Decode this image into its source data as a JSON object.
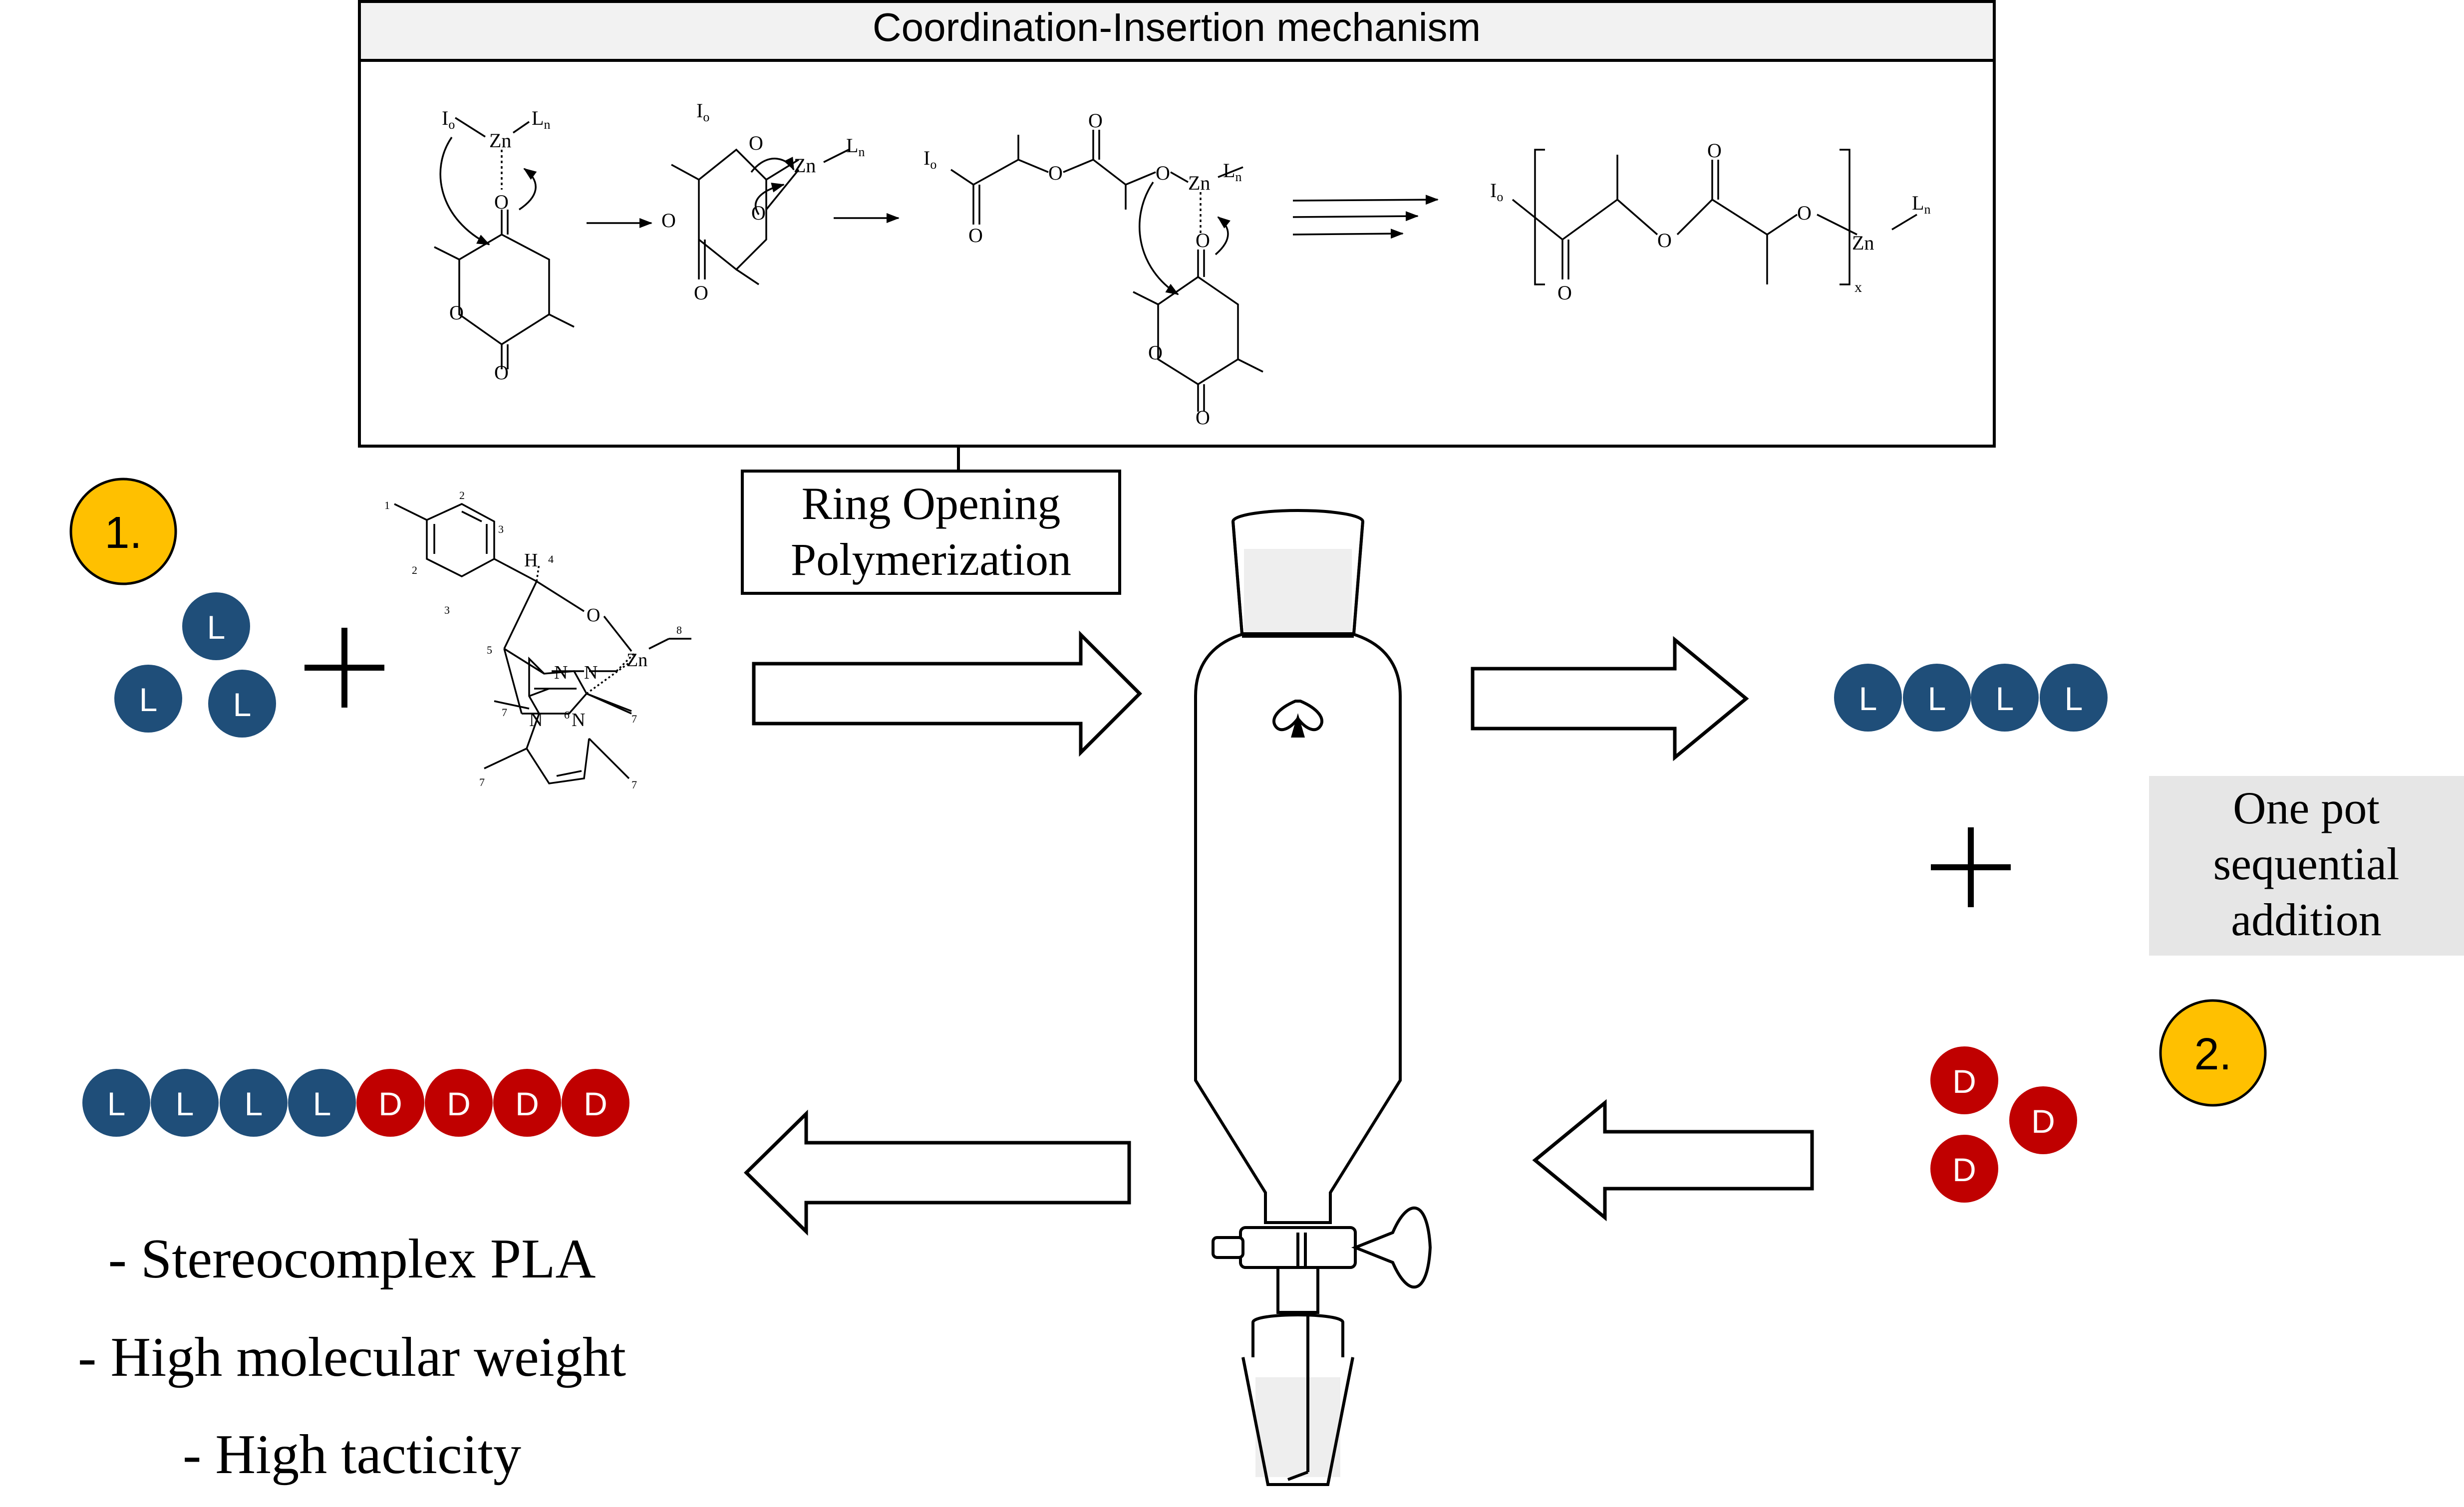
{
  "mechanism": {
    "title": "Coordination-Insertion mechanism",
    "labels": {
      "io": "I",
      "io_sub": "o",
      "zn": "Zn",
      "ln": "L",
      "ln_sub": "n",
      "o": "O",
      "x": "x"
    }
  },
  "rop_label": {
    "line1": "Ring Opening",
    "line2": "Polymerization"
  },
  "step1": {
    "badge": "1.",
    "monomers": [
      "L",
      "L",
      "L"
    ]
  },
  "step2": {
    "badge": "2.",
    "monomers": [
      "D",
      "D",
      "D"
    ]
  },
  "catalyst": {
    "atoms": {
      "h": "H",
      "o": "O",
      "n": "N",
      "zn": "Zn"
    },
    "locants": [
      "1",
      "2",
      "3",
      "2",
      "3",
      "4",
      "5",
      "6",
      "7",
      "7",
      "7",
      "7",
      "8"
    ]
  },
  "poly_l_block": [
    "L",
    "L",
    "L",
    "L"
  ],
  "one_pot": {
    "line1": "One pot",
    "line2": "sequential",
    "line3": "addition"
  },
  "copolymer": [
    "L",
    "L",
    "L",
    "L",
    "D",
    "D",
    "D",
    "D"
  ],
  "properties": [
    "- Stereocomplex PLA",
    "- High molecular weight",
    "- High tacticity"
  ],
  "colors": {
    "l_monomer": "#1f4e79",
    "d_monomer": "#c00000",
    "badge": "#ffc000",
    "one_pot_bg": "#e6e6e6",
    "header_bg": "#f2f2f2"
  }
}
